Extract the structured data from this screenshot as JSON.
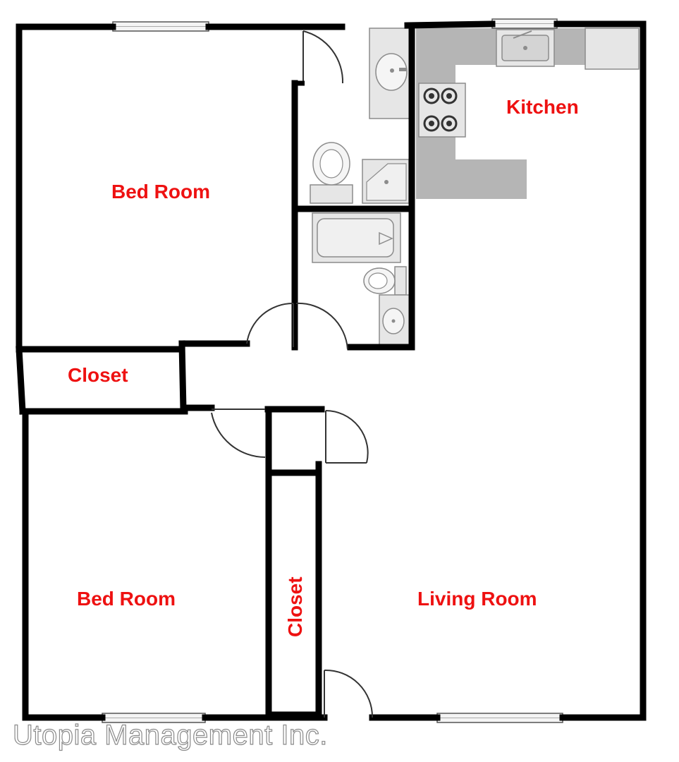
{
  "labels": {
    "bedroom_top": "Bed Room",
    "closet_left": "Closet",
    "kitchen": "Kitchen",
    "bedroom_bottom": "Bed Room",
    "closet_vertical": "Closet",
    "living_room": "Living Room"
  },
  "watermark": "Utopia Management Inc.",
  "colors": {
    "wall": "#000000",
    "label": "#ee1111",
    "counter": "#b5b5b5",
    "fixture": "#e6e6e6",
    "fixture_stroke": "#8c8c8c"
  }
}
